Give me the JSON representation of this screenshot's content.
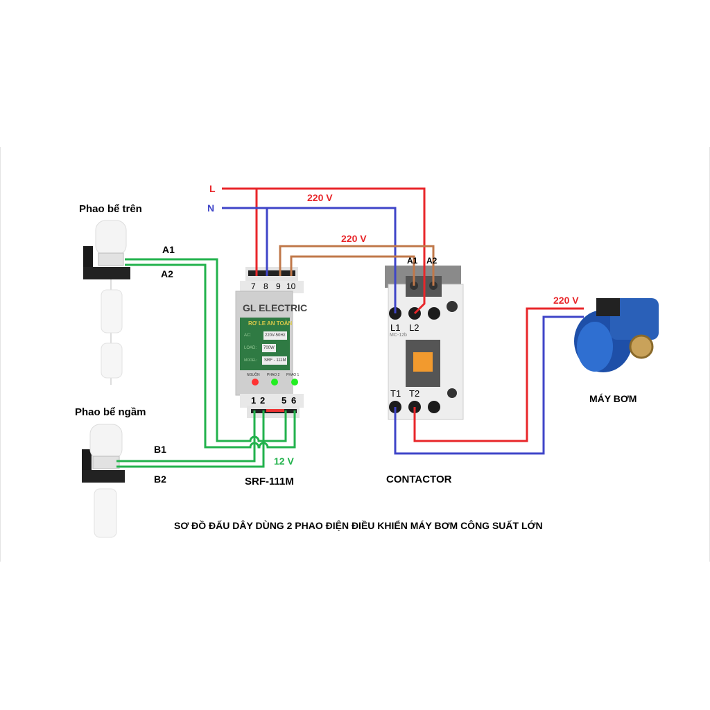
{
  "labels": {
    "float_top": "Phao bể trên",
    "float_bottom": "Phao bể ngầm",
    "a1": "A1",
    "a2": "A2",
    "b1": "B1",
    "b2": "B2",
    "line_l": "L",
    "line_n": "N",
    "v220_main": "220 V",
    "v220_coil": "220 V",
    "v220_pump": "220 V",
    "v12": "12 V",
    "relay_model": "SRF-111M",
    "contactor": "CONTACTOR",
    "pump": "MÁY BƠM",
    "title": "SƠ ĐỒ ĐẤU DÂY DÙNG 2 PHAO ĐIỆN ĐIỀU KHIỂN MÁY BƠM CÔNG SUẤT LỚN"
  },
  "relay": {
    "brand": "GL ELECTRIC",
    "subtitle": "RƠ LE AN TOÀN",
    "ac_label": "AC:",
    "ac_value": "220V-50Hz",
    "load_label": "LOAD:",
    "load_value": "700W",
    "model_label": "MODEL:",
    "model_value": "SRF - 111M",
    "led_labels": [
      "NGUỒN",
      "PHAO 2",
      "PHAO 1"
    ],
    "top_terminals": [
      "7",
      "8",
      "9",
      "10"
    ],
    "bottom_terminals": [
      "1",
      "2",
      "5",
      "6"
    ]
  },
  "contactor_device": {
    "coil_terminals": [
      "A1",
      "A2"
    ],
    "line_terminals": [
      "L1",
      "L2"
    ],
    "load_terminals": [
      "T1",
      "T2"
    ],
    "model": "MC-12b"
  },
  "colors": {
    "live": "#e8262a",
    "neutral": "#3f45c8",
    "coil": "#c0784a",
    "signal": "#22b24c",
    "text": "#111111",
    "green_text": "#22b24c"
  }
}
